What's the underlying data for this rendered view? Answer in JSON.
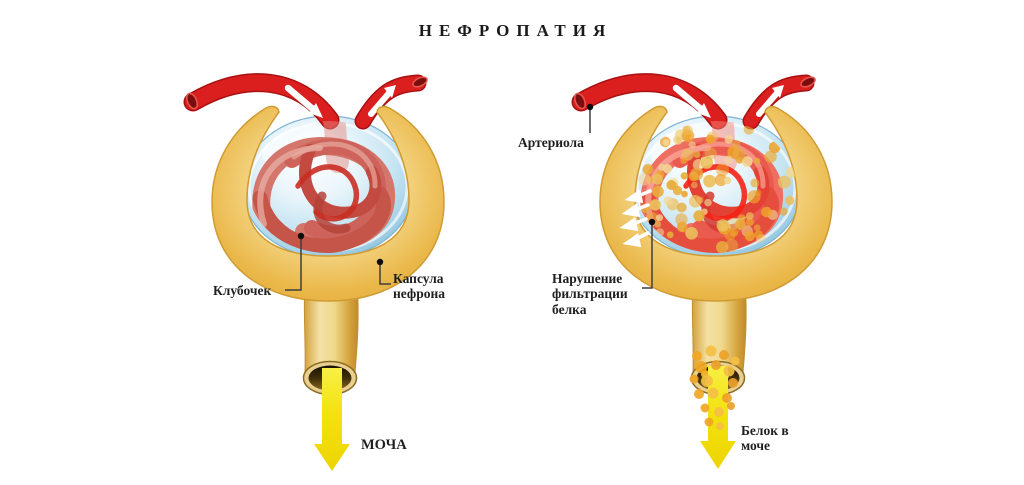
{
  "title": "НЕФРОПАТИЯ",
  "healthy_nephron": {
    "labels": {
      "glomerulus": "Клубочек",
      "capsule": "Капсула нефрона",
      "urine": "МОЧА"
    }
  },
  "diseased_nephron": {
    "labels": {
      "arteriole": "Артериола",
      "filtration_disorder": "Нарушение фильтрации белка",
      "protein_in_urine": "Белок в моче"
    }
  },
  "colors": {
    "background": "#ffffff",
    "artery_red": "#db1e1e",
    "capsule_tan": "#eaba4e",
    "capsule_fluid_blue": "#aed9ec",
    "glomerulus_red": "#cd635a",
    "urine_arrow_yellow": "#f3e20e",
    "protein_orange": "#eca22c",
    "label_text": "#1f1f1f"
  }
}
